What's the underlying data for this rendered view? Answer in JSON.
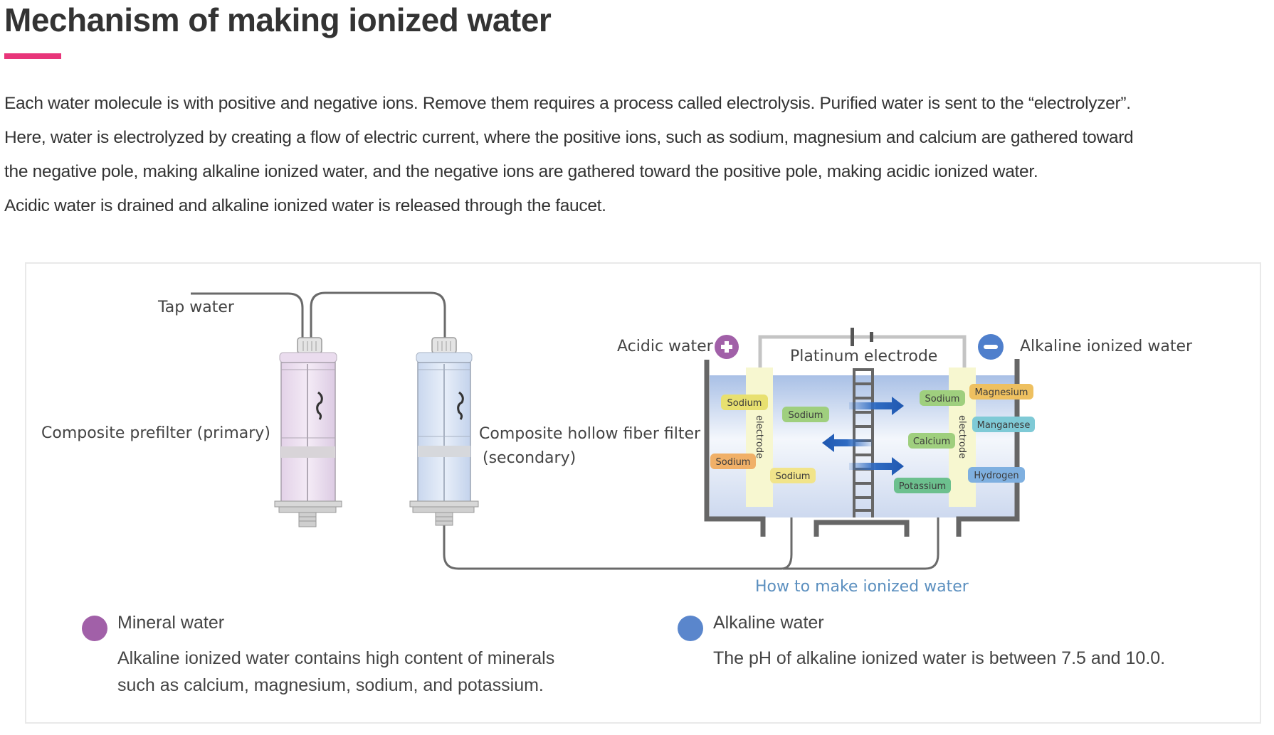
{
  "page": {
    "title": "Mechanism of making ionized water",
    "accent_color": "#e8357a",
    "intro_paragraph": [
      "Each water molecule is with positive and negative ions. Remove them requires a process called electrolysis. Purified water is sent to the “electrolyzer”.",
      "Here, water is electrolyzed by creating a flow of electric current, where the positive ions, such as sodium, magnesium and calcium are gathered toward",
      "the negative pole, making alkaline ionized water, and the negative ions are gathered toward the positive pole, making acidic ionized water.",
      "Acidic water is drained and alkaline ionized water is released through the faucet."
    ]
  },
  "diagram": {
    "labels": {
      "tap_water": "Tap water",
      "prefilter": "Composite prefilter (primary)",
      "hollow_fiber_line1": "Composite hollow fiber filter",
      "hollow_fiber_line2": "(secondary)",
      "acidic_water": "Acidic water",
      "alkaline_ionized_water": "Alkaline ionized water",
      "platinum_electrode": "Platinum electrode",
      "electrode_vertical": "electrode",
      "caption": "How to make ionized water"
    },
    "poles": {
      "positive": {
        "symbol": "+",
        "color": "#a160a8"
      },
      "negative": {
        "symbol": "−",
        "color": "#4f7fcc"
      }
    },
    "ions_acidic_side": [
      {
        "name": "Sodium",
        "color": "#e8e070"
      },
      {
        "name": "Sodium",
        "color": "#9fcf7e"
      },
      {
        "name": "Sodium",
        "color": "#f0b068"
      },
      {
        "name": "Sodium",
        "color": "#f1e48a"
      }
    ],
    "ions_alkaline_side": [
      {
        "name": "Sodium",
        "color": "#9fcf7e"
      },
      {
        "name": "Calcium",
        "color": "#9fcf7e"
      },
      {
        "name": "Potassium",
        "color": "#6cc08e"
      },
      {
        "name": "Magnesium",
        "color": "#eec060"
      },
      {
        "name": "Manganese",
        "color": "#7fcad6"
      },
      {
        "name": "Hydrogen",
        "color": "#7fb0e0"
      }
    ]
  },
  "legend": [
    {
      "title": "Mineral water",
      "color": "#a160a8",
      "description": [
        "Alkaline ionized water contains high content of minerals",
        "such as calcium, magnesium, sodium, and potassium."
      ]
    },
    {
      "title": "Alkaline water",
      "color": "#5a86cc",
      "description": [
        "The pH of alkaline ionized water is between 7.5 and 10.0."
      ]
    }
  ]
}
